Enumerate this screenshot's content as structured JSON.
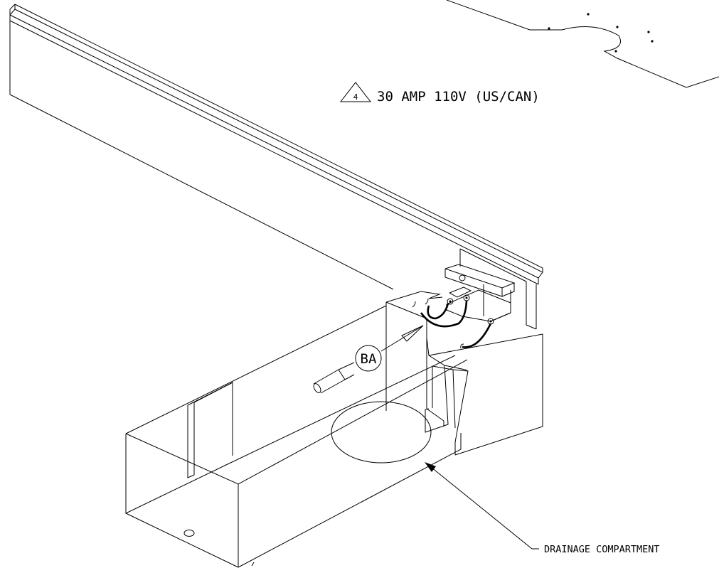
{
  "callouts": {
    "rating_note_number": "4",
    "rating_text": "30 AMP 110V (US/CAN)",
    "detail_ref": "BA",
    "drainage_label": "DRAINAGE COMPARTMENT"
  }
}
